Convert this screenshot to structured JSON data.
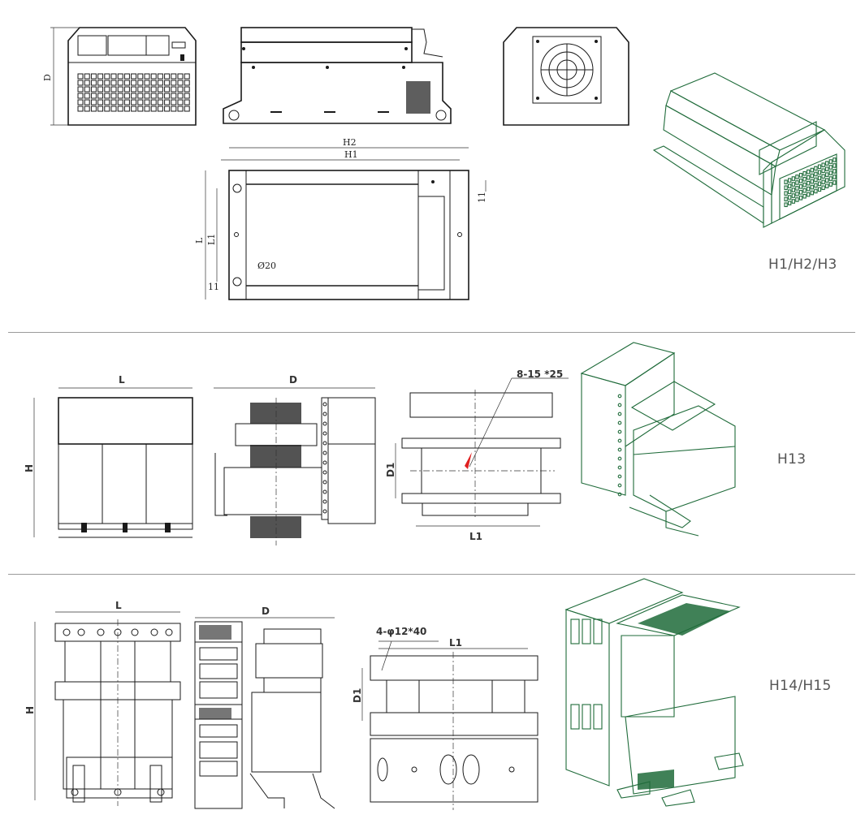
{
  "sections": [
    {
      "model_label": "H1/H2/H3",
      "views": [
        "front-view",
        "side-view",
        "rear-fan-view",
        "top-view",
        "isometric-view"
      ],
      "dimensions": {
        "d": "D",
        "h2": "H2",
        "h1": "H1",
        "l": "L",
        "l1": "L1",
        "gap_left": "11",
        "gap_right": "11",
        "hole": "Ø20"
      }
    },
    {
      "model_label": "H13",
      "views": [
        "front-view",
        "side-view",
        "top-view",
        "isometric-view"
      ],
      "dimensions": {
        "l": "L",
        "d": "D",
        "h": "H",
        "d1": "D1",
        "l1": "L1",
        "slot": "8-15 *25"
      }
    },
    {
      "model_label": "H14/H15",
      "views": [
        "front-view",
        "side-view",
        "top-view",
        "isometric-view"
      ],
      "dimensions": {
        "l": "L",
        "d": "D",
        "h": "H",
        "d1": "D1",
        "l1": "L1",
        "slot": "4-φ12*40"
      }
    }
  ],
  "colors": {
    "line": "#1a1a1a",
    "iso_green": "#1f6b3a",
    "divider": "#9a9a9a",
    "label_gray": "#555555"
  }
}
